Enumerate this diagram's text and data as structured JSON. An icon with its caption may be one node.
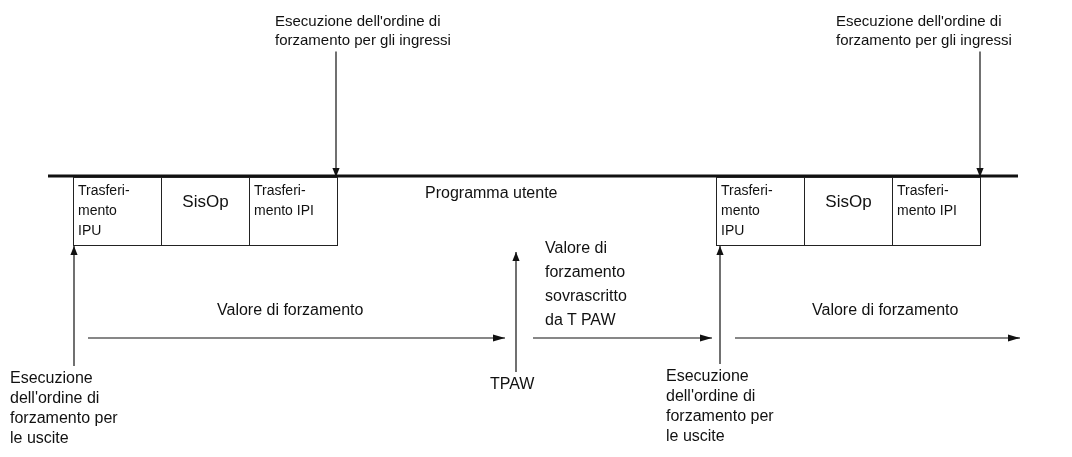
{
  "diagram": {
    "nodes": [
      {
        "text": [
          "Esecuzione dell'ordine di forzamento per gli ingressi"
        ]
      },
      {
        "text": [
          "Esecuzione dell'ordine di forzamento per gli ingressi"
        ]
      },
      {
        "text": [
          "Trasferi-mento IPU"
        ]
      },
      {
        "text": [
          "SisOp"
        ]
      },
      {
        "text": [
          "Trasferi-mento IPI"
        ]
      },
      {
        "text": [
          "Trasferi-mento IPU"
        ]
      },
      {
        "text": [
          "SisOp"
        ]
      },
      {
        "text": [
          "Trasferi-mento IPI"
        ]
      },
      {
        "text": [
          "Esecuzione dell'ordine di forzamento per le uscite"
        ]
      },
      {
        "text": [
          "TPAW"
        ]
      },
      {
        "text": [
          "Esecuzione dell'ordine di forzamento per le uscite"
        ]
      }
    ],
    "edges": [
      {
        "from": 0,
        "to": 4,
        "arrow": "to"
      },
      {
        "from": 1,
        "to": 7,
        "arrow": "to"
      },
      {
        "from": 8,
        "to": 2,
        "arrow": "to"
      },
      {
        "from": 9,
        "to": null,
        "arrow": "to"
      },
      {
        "from": 10,
        "to": 5,
        "arrow": "to"
      }
    ],
    "labels": [
      "Programma utente",
      "Valore di forzamento sovrascritto da T PAW",
      "Valore di forzamento",
      "Valore di forzamento"
    ]
  }
}
